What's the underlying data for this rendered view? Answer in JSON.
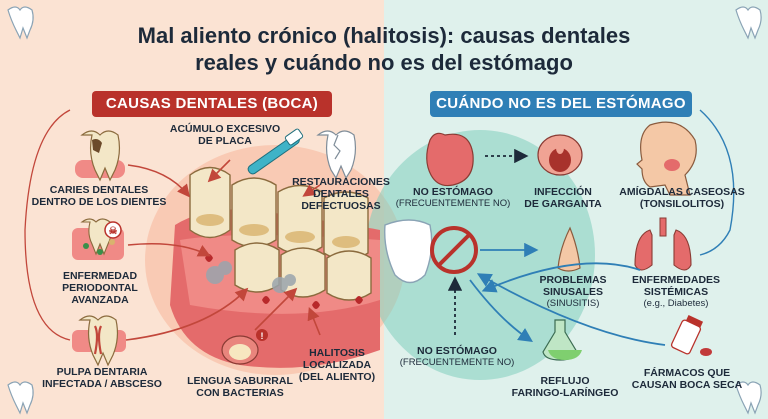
{
  "title": {
    "line1": "Mal aliento crónico (halitosis): causas dentales",
    "line2": "reales y cuándo no es del estómago"
  },
  "left_section": {
    "banner": "CAUSAS DENTALES (BOCA)",
    "items": {
      "acumulo_placa": {
        "line1": "ACÚMULO EXCESIVO",
        "line2": "DE PLACA"
      },
      "caries": {
        "line1": "CARIES DENTALES",
        "line2": "DENTRO DE LOS DIENTES"
      },
      "restauraciones": {
        "line1": "RESTAURACIONES",
        "line2": "DENTALES",
        "line3": "DEFECTUOSAS"
      },
      "enfermedad_periodontal": {
        "line1": "ENFERMEDAD",
        "line2": "PERIODONTAL",
        "line3": "AVANZADA"
      },
      "pulpa": {
        "line1": "PULPA DENTARIA",
        "line2": "INFECTADA / ABSCESO"
      },
      "lengua": {
        "line1": "LENGUA SABURRAL",
        "line2": "CON BACTERIAS"
      },
      "halitosis_localizada": {
        "line1": "HALITOSIS",
        "line2": "LOCALIZADA",
        "line3": "(DEL ALIENTO)"
      }
    }
  },
  "right_section": {
    "banner": "CUÁNDO NO ES DEL ESTÓMAGO",
    "items": {
      "no_estomago_top": {
        "line1": "NO ESTÓMAGO",
        "line2": "(FRECUENTEMENTE NO)"
      },
      "infeccion_garganta": {
        "line1": "INFECCIÓN",
        "line2": "DE GARGANTA"
      },
      "amigdalas": {
        "line1": "AMÍGDALAS CASEOSAS",
        "line2": "(TONSILOLITOS)"
      },
      "problemas_sinusales": {
        "line1": "PROBLEMAS",
        "line2": "SINUSALES",
        "line3": "(SINUSITIS)"
      },
      "enfermedades_sistemicas": {
        "line1": "ENFERMEDADES",
        "line2": "SISTÉMICAS",
        "line3": "(e.g., Diabetes)"
      },
      "no_estomago_bottom": {
        "line1": "NO ESTÓMAGO",
        "line2": "(FRECUENTEMENTE NO)"
      },
      "reflujo": {
        "line1": "REFLUJO",
        "line2": "FARINGO-LARÍNGEO"
      },
      "farmacos": {
        "line1": "FÁRMACOS QUE",
        "line2": "CAUSAN BOCA SECA"
      }
    }
  },
  "colors": {
    "left_bg": "#fbe3d3",
    "right_bg": "#dff1ec",
    "banner_red": "#b9322b",
    "banner_blue": "#2f7fb6",
    "title_text": "#1d2a3a"
  },
  "icons": [
    "tooth-corner-icon",
    "caries-tooth-icon",
    "toothbrush-icon",
    "broken-tooth-icon",
    "periodontal-gum-icon",
    "infected-pulp-icon",
    "coated-tongue-icon",
    "teeth-gums-icon",
    "stomach-icon",
    "no-symbol-icon",
    "throat-icon",
    "head-profile-icon",
    "nose-icon",
    "lungs-icon",
    "flask-icon",
    "pill-bottle-icon"
  ]
}
